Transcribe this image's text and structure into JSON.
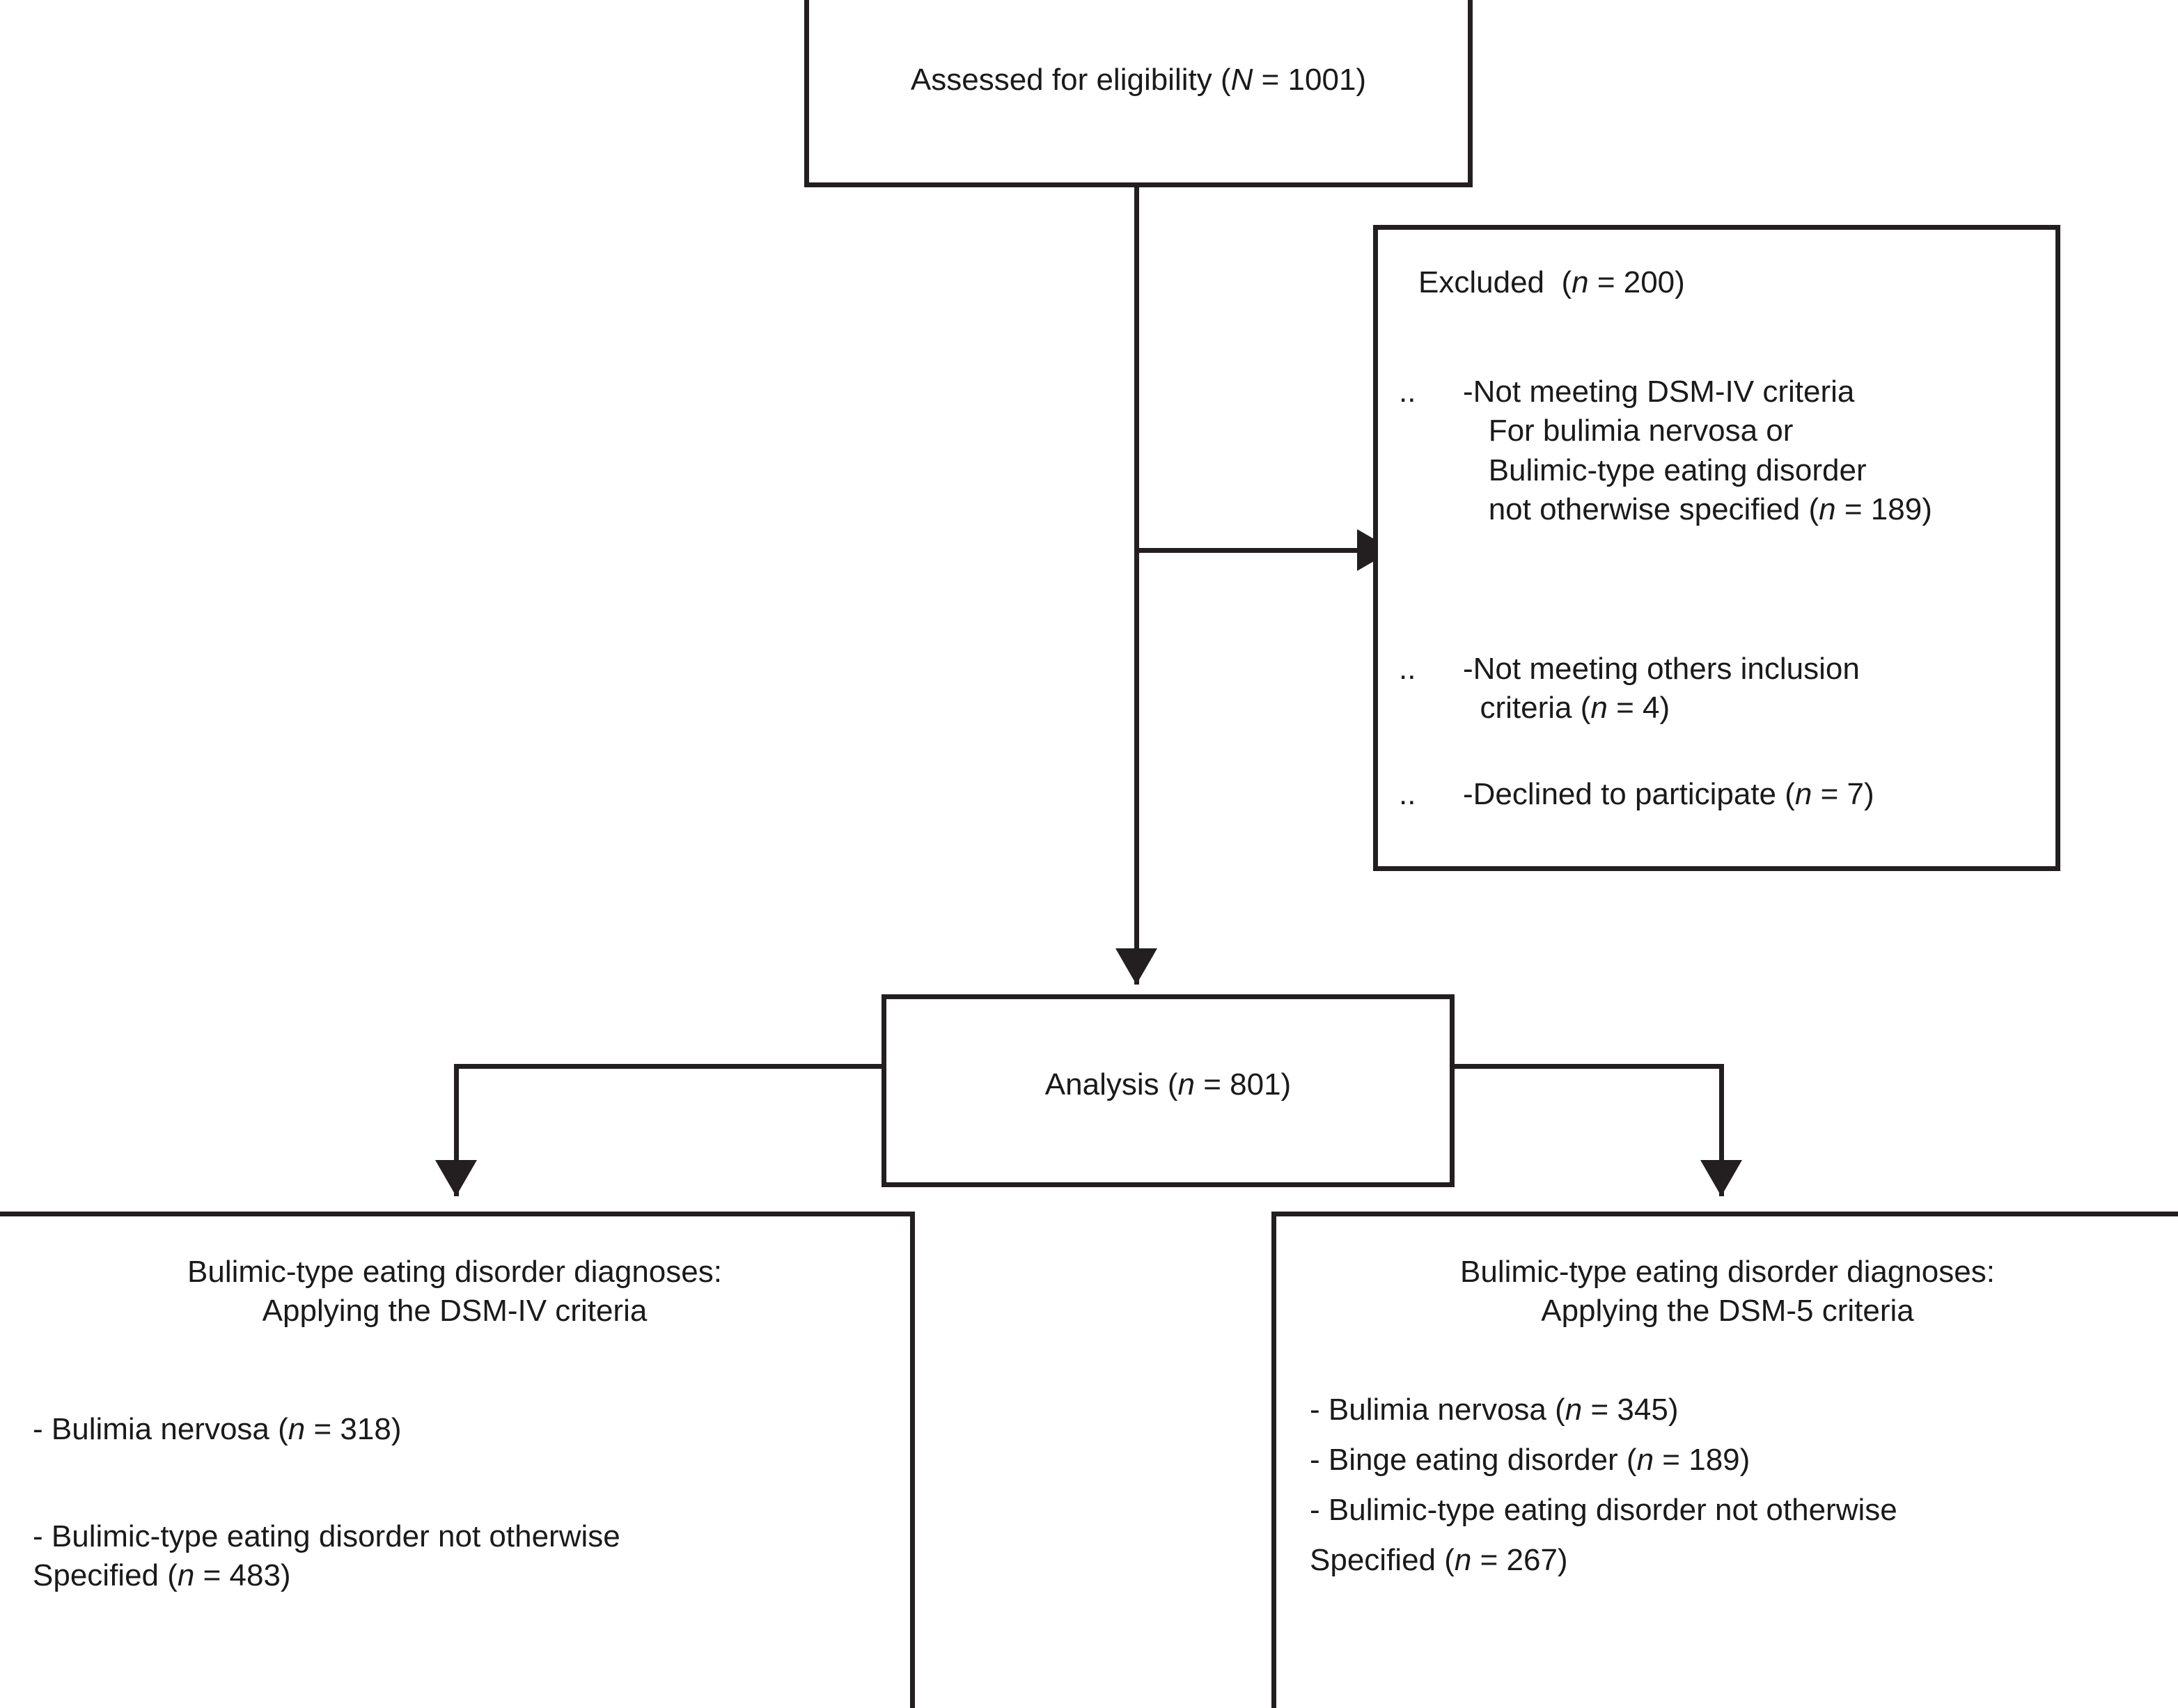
{
  "diagram": {
    "type": "flowchart",
    "title": "Participant flow diagram: bulimic-type eating disorder diagnoses under DSM-IV vs DSM-5",
    "colors": {
      "line": "#231f20",
      "text": "#1a1a1a",
      "background": "#ffffff"
    }
  },
  "nodes": {
    "eligibility": {
      "id": "assessed-for-eligibility",
      "label_prefix": "Assessed for eligibility (",
      "label_symbol": "N",
      "label_suffix": " = 1001)",
      "full_text": "Assessed for eligibility (N = 1001)",
      "count_symbol": "N",
      "count": 1001
    },
    "excluded": {
      "id": "excluded",
      "title_prefix": "Excluded  (",
      "title_symbol": "n",
      "title_suffix": " = 200)",
      "full_title": "Excluded  (n = 200)",
      "count_symbol": "n",
      "count": 200,
      "items": [
        {
          "bullet": "..",
          "text_before": "-Not meeting DSM-IV criteria\n   For bulimia nervosa or\n   Bulimic-type eating disorder\n   not otherwise specified (",
          "symbol": "n",
          "text_after": " = 189)",
          "full_text": "-Not meeting DSM-IV criteria For bulimia nervosa or Bulimic-type eating disorder not otherwise specified (n = 189)",
          "count": 189
        },
        {
          "bullet": "..",
          "text_before": "-Not meeting others inclusion\n  criteria (",
          "symbol": "n",
          "text_after": " = 4)",
          "full_text": "-Not meeting others inclusion criteria (n = 4)",
          "count": 4
        },
        {
          "bullet": "..",
          "text_before": "-Declined to participate (",
          "symbol": "n",
          "text_after": " = 7)",
          "full_text": "-Declined to participate (n = 7)",
          "count": 7
        }
      ]
    },
    "analysis": {
      "id": "analysis",
      "label_prefix": "Analysis (",
      "label_symbol": "n",
      "label_suffix": " = 801)",
      "full_text": "Analysis (n = 801)",
      "count_symbol": "n",
      "count": 801
    },
    "dsm4": {
      "id": "dsm-iv-diagnoses",
      "header_line1": "Bulimic-type eating disorder diagnoses:",
      "header_line2": "Applying the DSM-IV criteria",
      "lines": [
        {
          "text_before": "- Bulimia nervosa (",
          "symbol": "n",
          "text_after": " = 318)",
          "full_text": "- Bulimia nervosa (n = 318)",
          "count": 318
        },
        {
          "text_before": "- Bulimic-type eating disorder not otherwise\nSpecified (",
          "symbol": "n",
          "text_after": " = 483)",
          "full_text": "- Bulimic-type eating disorder not otherwise Specified (n = 483)",
          "count": 483
        }
      ]
    },
    "dsm5": {
      "id": "dsm-5-diagnoses",
      "header_line1": "Bulimic-type eating disorder diagnoses:",
      "header_line2": "Applying the DSM-5 criteria",
      "lines": [
        {
          "text_before": "- Bulimia nervosa (",
          "symbol": "n",
          "text_after": " = 345)",
          "full_text": "- Bulimia nervosa (n = 345)",
          "count": 345
        },
        {
          "text_before": "- Binge eating disorder (",
          "symbol": "n",
          "text_after": " = 189)",
          "full_text": "- Binge eating disorder (n = 189)",
          "count": 189
        },
        {
          "text_before": "- Bulimic-type eating disorder not otherwise",
          "symbol": "",
          "text_after": "",
          "full_text": "- Bulimic-type eating disorder not otherwise",
          "count": null
        },
        {
          "text_before": "Specified (",
          "symbol": "n",
          "text_after": " = 267)",
          "full_text": "Specified (n = 267)",
          "count": 267
        }
      ]
    }
  }
}
